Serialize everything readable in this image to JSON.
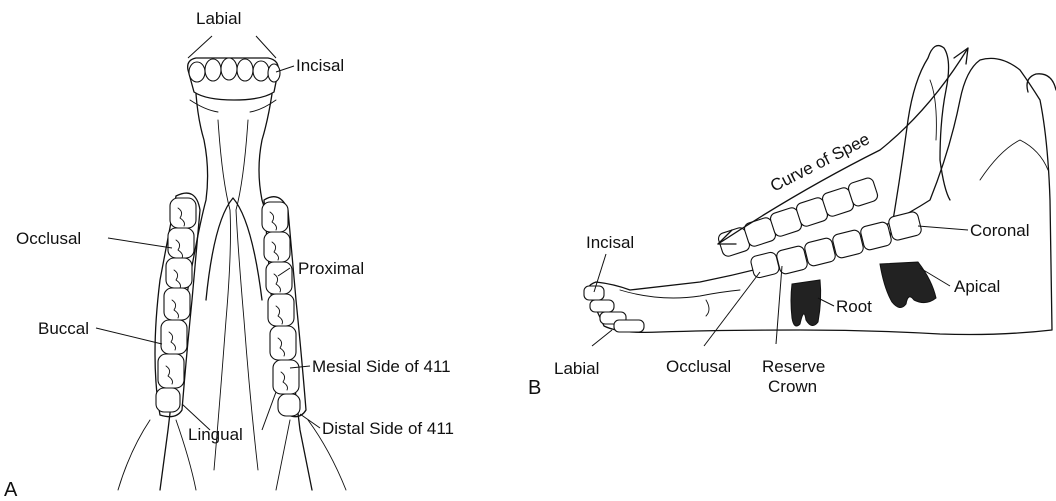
{
  "panels": {
    "a": "A",
    "b": "B"
  },
  "figure_a": {
    "labial": "Labial",
    "incisal": "Incisal",
    "occlusal": "Occlusal",
    "proximal": "Proximal",
    "buccal": "Buccal",
    "mesial": "Mesial Side of 411",
    "lingual": "Lingual",
    "distal": "Distal Side of 411"
  },
  "figure_b": {
    "curve": "Curve of Spee",
    "incisal": "Incisal",
    "labial": "Labial",
    "occlusal": "Occlusal",
    "reserve_crown_line1": "Reserve",
    "reserve_crown_line2": "Crown",
    "root": "Root",
    "coronal": "Coronal",
    "apical": "Apical"
  }
}
